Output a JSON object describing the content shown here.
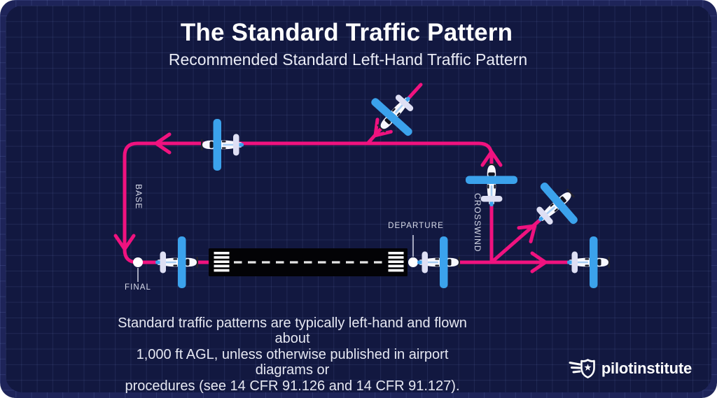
{
  "header": {
    "title": "The Standard Traffic Pattern",
    "subtitle": "Recommended Standard Left-Hand Traffic Pattern"
  },
  "diagram": {
    "labels": {
      "base": "BASE",
      "crosswind": "CROSSWIND",
      "departure": "DEPARTURE",
      "final": "FINAL"
    },
    "legs": [
      "downwind",
      "base",
      "final",
      "departure",
      "crosswind",
      "45-degree-entry",
      "45-degree-departure",
      "straight-out-departure"
    ],
    "airplane_count": 7
  },
  "footnote": {
    "lines": [
      "Standard traffic patterns are typically left-hand and flown about",
      "1,000 ft AGL, unless otherwise published in airport diagrams or",
      "procedures (see 14 CFR 91.126 and 14 CFR 91.127)."
    ]
  },
  "logo": {
    "text": "pilotinstitute"
  },
  "colors": {
    "pattern_pink": "#F0127F",
    "airplane_blue": "#3BA2EC",
    "panel_navy": "#121840",
    "card_navy": "#1E2459",
    "runway_black": "#030306",
    "label_gray": "#D9DCEA"
  }
}
